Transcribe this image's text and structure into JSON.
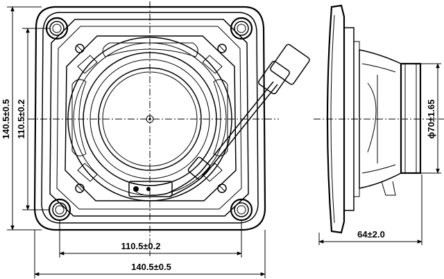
{
  "dimensions": {
    "front_height_outer": "140.5±0.5",
    "front_height_inner": "110.5±0.2",
    "front_width_inner": "110.5±0.2",
    "front_width_outer": "140.5±0.5",
    "side_depth": "64±2.0",
    "magnet_diameter": "ϕ70±1.65"
  }
}
